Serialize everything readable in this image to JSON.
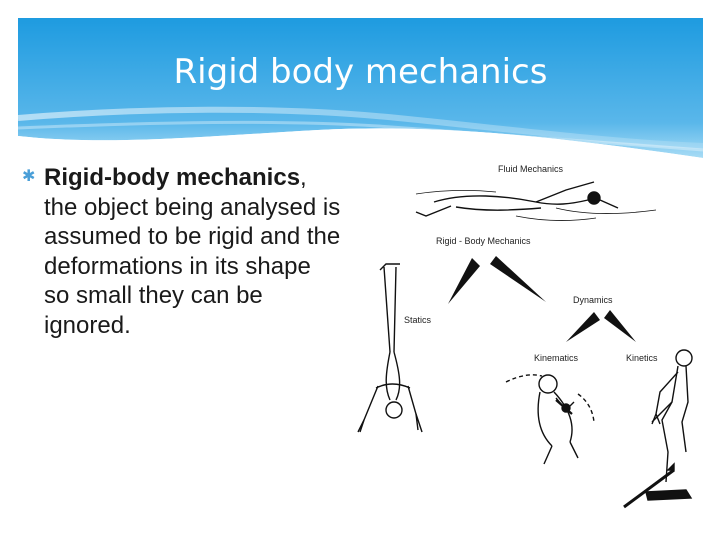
{
  "slide": {
    "title": "Rigid body mechanics",
    "bullet": {
      "icon": "asterisk-bullet-icon",
      "bold_text": "Rigid-body mechanics",
      "rest_text": ", the object being analysed is assumed to be rigid and the deformations in its shape so small they can be ignored."
    }
  },
  "figure": {
    "labels": {
      "fluid": "Fluid Mechanics",
      "rigid": "Rigid - Body Mechanics",
      "dynamics": "Dynamics",
      "statics": "Statics",
      "kinematics": "Kinematics",
      "kinetics": "Kinetics"
    }
  },
  "colors": {
    "header_top": "#1e9be0",
    "header_bottom": "#8cd0f2",
    "bullet_accent": "#4a9fd8",
    "text": "#1a1a1a"
  }
}
